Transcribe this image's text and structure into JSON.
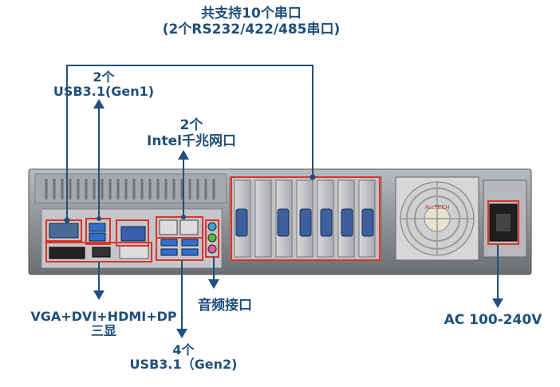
{
  "labels": {
    "serial_line1": "共支持10个串口",
    "serial_line2": "(2个RS232/422/485串口)",
    "usb31_gen1_line1": "2个",
    "usb31_gen1_line2": "USB3.1(Gen1)",
    "intel_line1": "2个",
    "intel_line2": "Intel千兆网口",
    "video_line1": "VGA+DVI+HDMI+DP",
    "video_line2": "三显",
    "audio": "音频接口",
    "usb31_gen2_line1": "4个",
    "usb31_gen2_line2": "USB3.1（Gen2)",
    "power": "AC 100-240V"
  },
  "colors": {
    "label_text": "#1f4f7a",
    "arrow": "#1f4f7a",
    "highlight_box": "#e0312b",
    "chassis": "#8c8f93"
  },
  "panel_text": {
    "fan_brand": "ALLTECH"
  }
}
